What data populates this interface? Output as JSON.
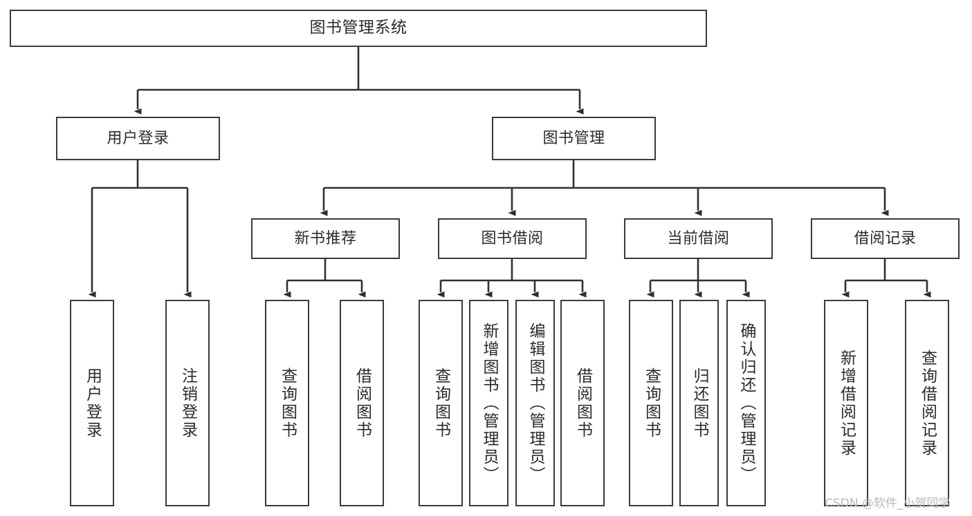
{
  "diagram": {
    "title": "图书管理系统",
    "type": "tree-hierarchy",
    "orientation": "top-down",
    "colors": {
      "background": "#ffffff",
      "box_border": "#3a3a3a",
      "box_fill": "#ffffff",
      "text": "#2b2b2b",
      "edge": "#2f2f2f",
      "watermark": "#b9b9b9"
    },
    "watermark": "CSDN @软件_小贺同学"
  },
  "nodes": {
    "root": {
      "label": "图书管理系统"
    },
    "level2": [
      {
        "id": "user-login",
        "label": "用户登录"
      },
      {
        "id": "book-manage",
        "label": "图书管理"
      }
    ],
    "level3": [
      {
        "id": "new-book-recommend",
        "label": "新书推荐"
      },
      {
        "id": "book-borrow",
        "label": "图书借阅"
      },
      {
        "id": "current-borrow",
        "label": "当前借阅"
      },
      {
        "id": "borrow-record",
        "label": "借阅记录"
      }
    ],
    "leaves": {
      "user_login": [
        {
          "id": "leaf-user-login",
          "label": "用户登录"
        },
        {
          "id": "leaf-logout-login",
          "label": "注销登录"
        }
      ],
      "new_book_recommend": [
        {
          "id": "leaf-query-book-1",
          "label": "查询图书"
        },
        {
          "id": "leaf-borrow-book-1",
          "label": "借阅图书"
        }
      ],
      "book_borrow": [
        {
          "id": "leaf-query-book-2",
          "label": "查询图书"
        },
        {
          "id": "leaf-add-book",
          "label": "新增图书（管理员）"
        },
        {
          "id": "leaf-edit-book",
          "label": "编辑图书（管理员）"
        },
        {
          "id": "leaf-borrow-book-2",
          "label": "借阅图书"
        }
      ],
      "current_borrow": [
        {
          "id": "leaf-query-book-3",
          "label": "查询图书"
        },
        {
          "id": "leaf-return-book",
          "label": "归还图书"
        },
        {
          "id": "leaf-confirm-return",
          "label": "确认归还（管理员）"
        }
      ],
      "borrow_record": [
        {
          "id": "leaf-add-record",
          "label": "新增借阅记录"
        },
        {
          "id": "leaf-query-record",
          "label": "查询借阅记录"
        }
      ]
    }
  }
}
